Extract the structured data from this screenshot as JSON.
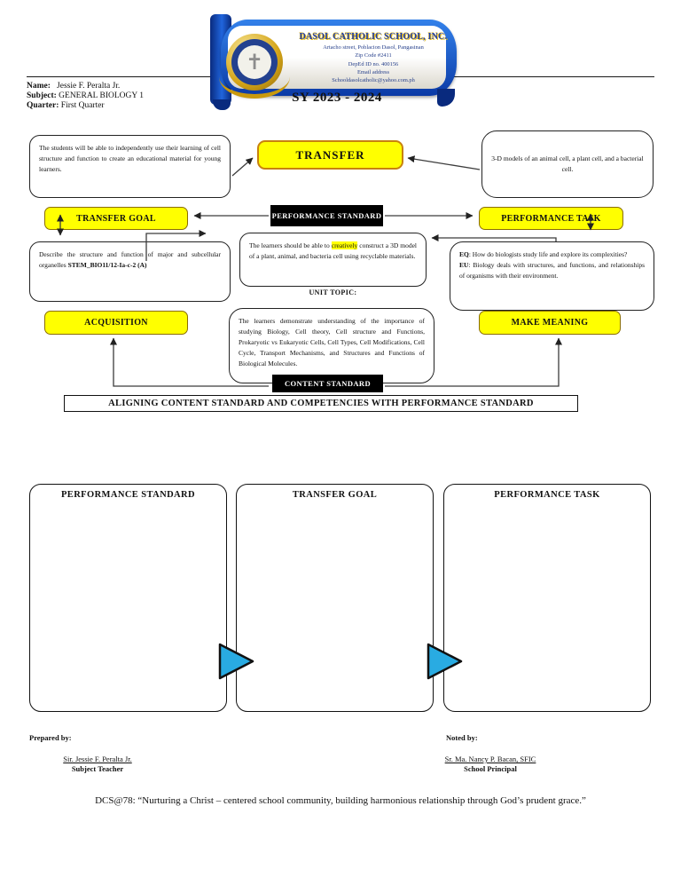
{
  "header": {
    "school_name": "DASOL CATHOLIC SCHOOL, INC.",
    "address_lines": [
      "Artacho street, Poblacion Dasol, Pangasinan",
      "Zip Code #2411",
      "DepEd ID no. 400156",
      "Email address",
      "Schooldasolcatholic@yahoo.com.ph"
    ],
    "school_year": "SY 2023 - 2024"
  },
  "info": {
    "name_label": "Name:",
    "name_value": "Jessie F. Peralta Jr.",
    "subject_label": "Subject:",
    "subject_value": "GENERAL BIOLOGY 1",
    "quarter_label": "Quarter:",
    "quarter_value": "First Quarter"
  },
  "diagram": {
    "students_text": "The students will be able to independently use their learning of cell structure and function to create an educational material for young learners.",
    "transfer_label": "TRANSFER",
    "models_text": "3-D models of an animal cell, a plant cell, and a bacterial cell.",
    "transfer_goal_label": "TRANSFER GOAL",
    "performance_standard_label": "PERFORMANCE STANDARD",
    "performance_task_label": "PERFORMANCE TASK",
    "learners_pre": "The learners should be able to ",
    "learners_highlight": "creatively",
    "learners_post": " construct a 3D model of a plant, animal, and bacteria cell using recyclable materials.",
    "unit_topic_label": "UNIT TOPIC:",
    "describe_pre": "Describe the structure and function of major and subcellular organelles ",
    "describe_code": "STEM_BIO11/12-Ia-c-2 (A)",
    "eq_label": "EQ",
    "eq_text": ":  How do biologists study life and explore its complexities?",
    "eu_label": "EU",
    "eu_text": ": Biology deals with structures, and functions, and relationships of organisms with their environment.",
    "acquisition_label": "ACQUISITION",
    "make_meaning_label": "MAKE MEANING",
    "content_text": "The learners demonstrate understanding of the importance of studying Biology, Cell theory, Cell structure and Functions, Prokaryotic vs Eukaryotic Cells, Cell Types, Cell Modifications, Cell Cycle, Transport Mechanisms, and Structures and Functions of Biological Molecules.",
    "content_standard_label": "CONTENT STANDARD",
    "banner_text": "ALIGNING CONTENT STANDARD AND COMPETENCIES WITH PERFORMANCE STANDARD"
  },
  "worksheet": {
    "boxes": [
      {
        "title": "PERFORMANCE STANDARD"
      },
      {
        "title": "TRANSFER GOAL"
      },
      {
        "title": "PERFORMANCE TASK"
      }
    ]
  },
  "footer": {
    "prepared_label": "Prepared by:",
    "prepared_name": "Sir. Jessie F. Peralta Jr.",
    "prepared_role": "Subject Teacher",
    "noted_label": "Noted by:",
    "noted_name": "Sr. Ma. Nancy P. Bacan, SFIC",
    "noted_role": "School Principal",
    "motto": "DCS@78: “Nurturing a Christ – centered school community, building harmonious relationship through God’s prudent grace.”"
  },
  "colors": {
    "highlight_yellow": "#FFFF00",
    "ribbon_blue": "#0B3AA6",
    "transfer_border_orange": "#C8820E",
    "flow_arrow_cyan": "#29ABE2",
    "label_black": "#000000"
  }
}
